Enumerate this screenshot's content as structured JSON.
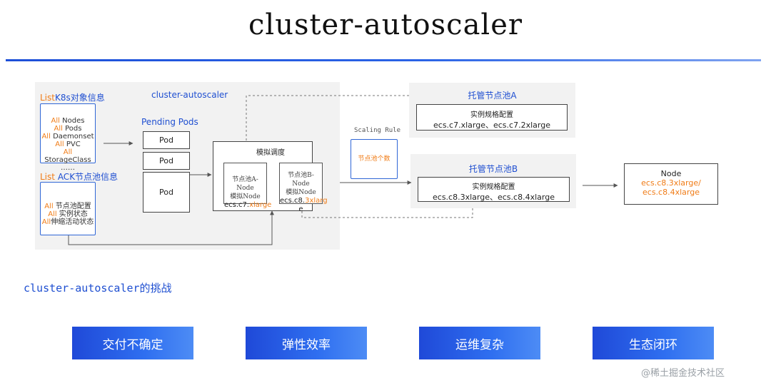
{
  "title": "cluster-autoscaler",
  "main": {
    "label": "cluster-autoscaler",
    "list_k8s": {
      "prefix": "List",
      "text": "K8s对象信息"
    },
    "k8s_items": [
      {
        "prefix": "All",
        "text": "Nodes"
      },
      {
        "prefix": "All",
        "text": "Pods"
      },
      {
        "prefix": "All",
        "text": "Daemonset"
      },
      {
        "prefix": "All",
        "text": "PVC"
      },
      {
        "prefix": "All",
        "text": "StorageClass"
      },
      {
        "prefix": "",
        "text": "……"
      }
    ],
    "list_ack": {
      "prefix": "List",
      "text": "ACK节点池信息"
    },
    "ack_items": [
      {
        "prefix": "All",
        "text": "节点池配置"
      },
      {
        "prefix": "All",
        "text": "实例状态"
      },
      {
        "prefix": "All",
        "text": "伸缩活动状态"
      }
    ],
    "pending_label": "Pending Pods",
    "pods": [
      "Pod",
      "Pod",
      "Pod"
    ],
    "simulate": {
      "title": "模拟调度",
      "node_a": {
        "line1": "节点池A-Node",
        "line2": "模拟Node",
        "line3_prefix": "ecs.c7.",
        "line3_highlight": "xlarge"
      },
      "node_b": {
        "line1": "节点池B-Node",
        "line2": "模拟Node",
        "line3_prefix": "ecs.c8.",
        "line3_highlight": "3xlarg",
        "line4": "e"
      }
    }
  },
  "scaling_rule": {
    "label": "Scaling Rule",
    "doc": "节点池个数"
  },
  "pool_a": {
    "title": "托管节点池A",
    "spec_title": "实例规格配置",
    "spec_value": "ecs.c7.xlarge、ecs.c7.2xlarge"
  },
  "pool_b": {
    "title": "托管节点池B",
    "spec_title": "实例规格配置",
    "spec_value": "ecs.c8.3xlarge、ecs.c8.4xlarge"
  },
  "node": {
    "title": "Node",
    "line1": "ecs.c8.3xlarge/",
    "line2": "ecs.c8.4xlarge"
  },
  "challenges": {
    "heading": "cluster-autoscaler的挑战",
    "items": [
      "交付不确定",
      "弹性效率",
      "运维复杂",
      "生态闭环"
    ]
  },
  "watermark": "@稀土掘金技术社区",
  "colors": {
    "accent_blue": "#1f4fd1",
    "highlight_orange": "#f07c17",
    "panel_gray": "#f2f2f2"
  }
}
